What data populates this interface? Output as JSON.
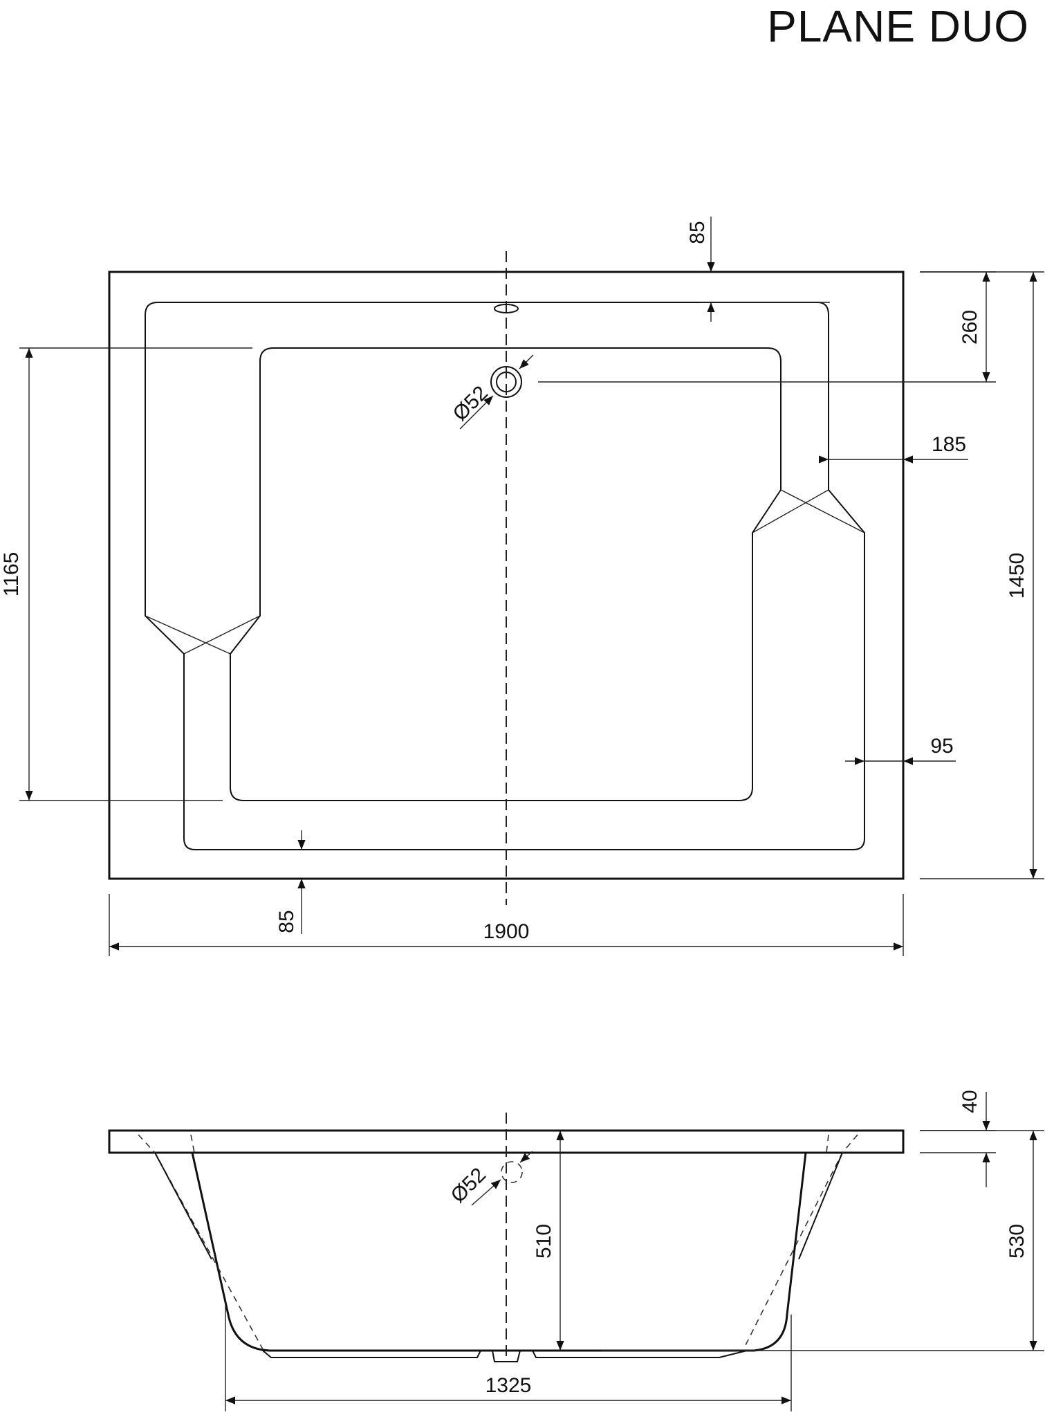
{
  "title": "PLANE DUO",
  "top_view": {
    "dims": {
      "rim_top": "85",
      "drain_offset": "260",
      "seat_width": "185",
      "side_rim": "95",
      "inner_length": "1165",
      "total_width": "1450",
      "rim_bottom": "85",
      "total_length": "1900",
      "drain_diameter": "Ø52"
    }
  },
  "side_view": {
    "dims": {
      "rim_thickness": "40",
      "total_depth": "530",
      "inner_depth": "510",
      "bottom_length": "1325",
      "drain_diameter": "Ø52"
    }
  }
}
